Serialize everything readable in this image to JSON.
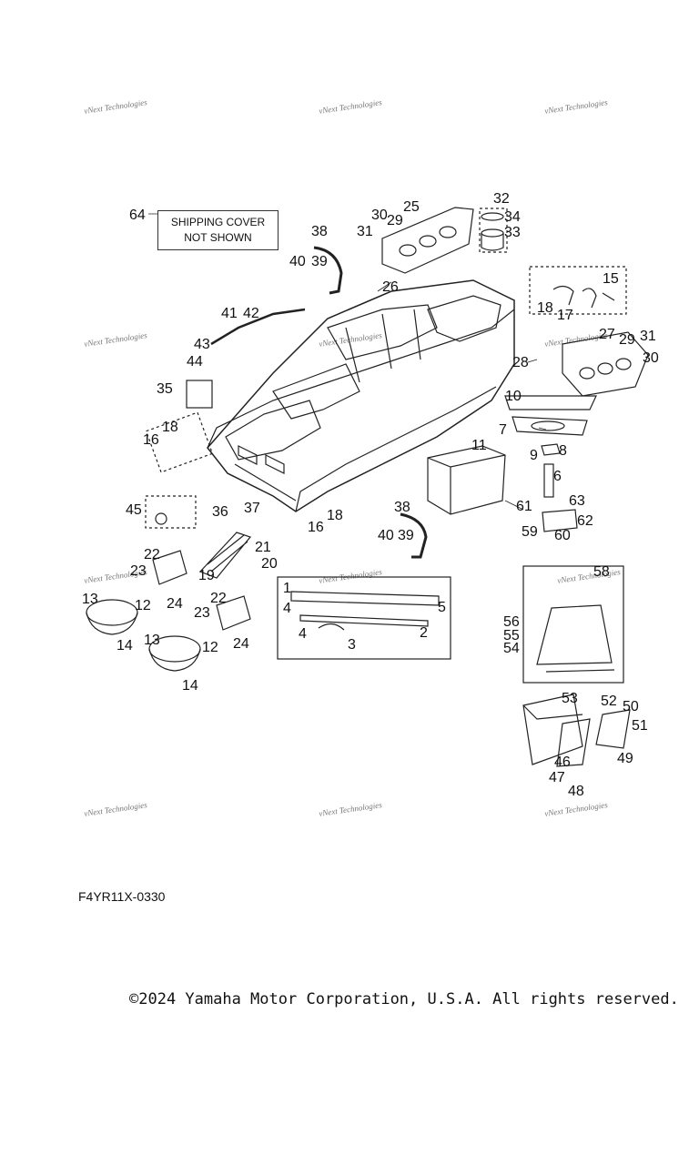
{
  "watermark": "vNext Technologies",
  "shipping_note": [
    "SHIPPING COVER",
    "NOT SHOWN"
  ],
  "diagram_code": "F4YR11X-0330",
  "copyright": "©2024 Yamaha Motor Corporation, U.S.A. All rights reserved."
}
